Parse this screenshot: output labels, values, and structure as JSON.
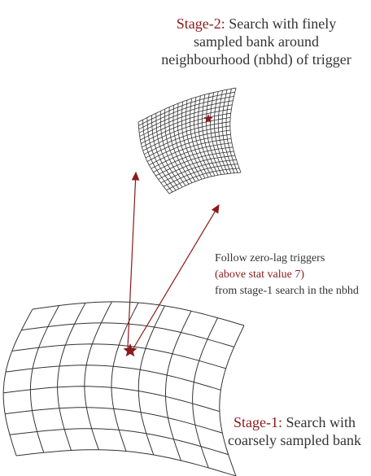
{
  "stage2": {
    "title": "Stage-2:",
    "text": "Search with finely sampled bank around neighbourhood (nbhd) of trigger"
  },
  "stage1": {
    "title": "Stage-1:",
    "text": "Search with coarsely sampled bank"
  },
  "note": {
    "line1": "Follow zero-lag triggers",
    "highlight": "(above stat value 7)",
    "line2": "from stage-1 search in the nbhd"
  },
  "colors": {
    "accent": "#8b1a1a",
    "grid": "#333333",
    "text": "#333333"
  },
  "icons": {
    "trigger_marker": "star-icon",
    "arrow": "arrow-icon"
  }
}
